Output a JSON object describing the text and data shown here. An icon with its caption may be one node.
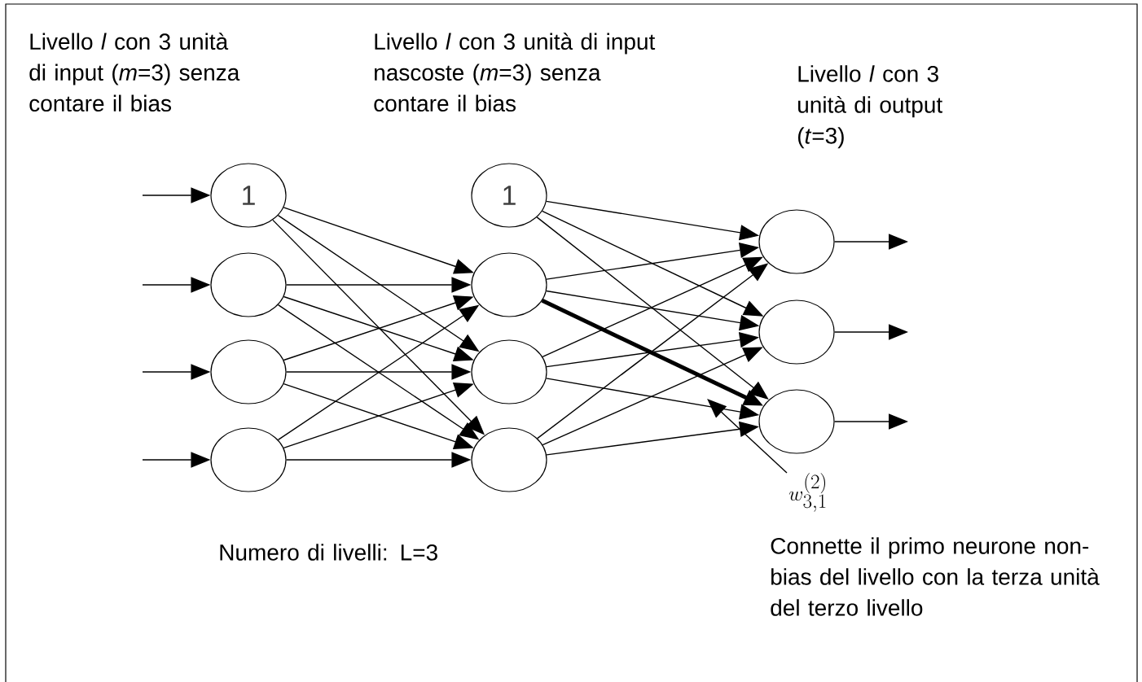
{
  "diagram": {
    "nodes": [
      {
        "text": [
          "1"
        ]
      },
      {
        "text": [],
        "shape": "circle"
      },
      {
        "text": [],
        "shape": "circle"
      },
      {
        "text": [],
        "shape": "circle"
      },
      {
        "text": [
          "1"
        ]
      },
      {
        "text": [],
        "shape": "circle"
      },
      {
        "text": [],
        "shape": "circle"
      },
      {
        "text": [],
        "shape": "circle"
      },
      {
        "text": [],
        "shape": "circle"
      },
      {
        "text": [],
        "shape": "circle"
      },
      {
        "text": [],
        "shape": "circle"
      },
      {
        "text": [
          "w_{3,1}^{(2)}"
        ],
        "beside": [
          "Connette il primo neurone non-bias del livello con la terza unità del terzo livello"
        ]
      }
    ],
    "edges": [
      {
        "from": null,
        "to": 0,
        "arrow": "to"
      },
      {
        "from": null,
        "to": 1,
        "arrow": "to"
      },
      {
        "from": null,
        "to": 2,
        "arrow": "to"
      },
      {
        "from": null,
        "to": 3,
        "arrow": "to"
      },
      {
        "from": 0,
        "to": 5,
        "arrow": "to"
      },
      {
        "from": 0,
        "to": 6,
        "arrow": "to"
      },
      {
        "from": 0,
        "to": 7,
        "arrow": "to"
      },
      {
        "from": 1,
        "to": 5,
        "arrow": "to"
      },
      {
        "from": 1,
        "to": 6,
        "arrow": "to"
      },
      {
        "from": 1,
        "to": 7,
        "arrow": "to"
      },
      {
        "from": 2,
        "to": 5,
        "arrow": "to"
      },
      {
        "from": 2,
        "to": 6,
        "arrow": "to"
      },
      {
        "from": 2,
        "to": 7,
        "arrow": "to"
      },
      {
        "from": 3,
        "to": 5,
        "arrow": "to"
      },
      {
        "from": 3,
        "to": 6,
        "arrow": "to"
      },
      {
        "from": 3,
        "to": 7,
        "arrow": "to"
      },
      {
        "from": 4,
        "to": 8,
        "arrow": "to"
      },
      {
        "from": 4,
        "to": 9,
        "arrow": "to"
      },
      {
        "from": 4,
        "to": 10,
        "arrow": "to"
      },
      {
        "from": 5,
        "to": 8,
        "arrow": "to"
      },
      {
        "from": 5,
        "to": 9,
        "arrow": "to"
      },
      {
        "from": 5,
        "to": 10,
        "arrow": "to",
        "style": "thick"
      },
      {
        "from": 6,
        "to": 8,
        "arrow": "to"
      },
      {
        "from": 6,
        "to": 9,
        "arrow": "to"
      },
      {
        "from": 6,
        "to": 10,
        "arrow": "to"
      },
      {
        "from": 7,
        "to": 8,
        "arrow": "to"
      },
      {
        "from": 7,
        "to": 9,
        "arrow": "to"
      },
      {
        "from": 7,
        "to": 10,
        "arrow": "to"
      },
      {
        "from": 8,
        "to": null,
        "arrow": "to"
      },
      {
        "from": 9,
        "to": null,
        "arrow": "to"
      },
      {
        "from": 10,
        "to": null,
        "arrow": "to"
      },
      {
        "from": 11,
        "to": null,
        "arrow": "to"
      }
    ],
    "labels": [
      "Livello *l* con 3 unità di input (*m*=3) senza contare il bias",
      "Livello *l* con 3 unità di input nascoste (*m*=3) senza contare il bias",
      "Livello *l* con 3 unità di output (*t*=3)",
      "Numero di livelli: L=3"
    ]
  }
}
